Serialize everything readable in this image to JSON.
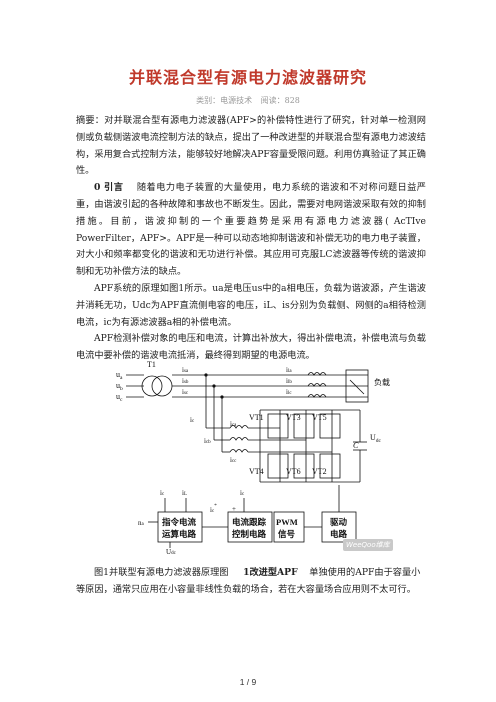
{
  "title": "并联混合型有源电力滤波器研究",
  "meta": {
    "category": "类别：电源技术",
    "reads": "阅读：828"
  },
  "abstract": "摘要：对并联混合型有源电力滤波器(APF>的补偿特性进行了研究，针对单一检测网侧或负载侧谐波电流控制方法的缺点，提出了一种改进型的并联混合型有源电力滤波结构，采用复合式控制方法，能够较好地解决APF容量受限问题。利用仿真验证了其正确性。",
  "intro_heading": "0 引言",
  "intro_text": "随着电力电子装置的大量使用，电力系统的谐波和不对称问题日益严重，由谐波引起的各种故障和事故也不断发生。因此，需要对电网谐波采取有效的抑制措施。目前，谐波抑制的一个重要趋势是采用有源电力滤波器( AcTIve PowerFilter，APF>。APF是一种可以动态地抑制谐波和补偿无功的电力电子装置，对大小和频率都变化的谐波和无功进行补偿。其应用可克服LC滤波器等传统的谐波抑制和无功补偿方法的缺点。",
  "para2": "APF系统的原理如图1所示。ua是电压us中的a相电压，负载为谐波源，产生谐波并消耗无功，Udc为APF直流侧电容的电压，iL、is分别为负载侧、网侧的a相待检测电流，ic为有源滤波器a相的补偿电流。",
  "para3": "APF检测补偿对象的电压和电流，计算出补放大，得出补偿电流，补偿电流与负载电流中要补偿的谐波电流抵消，最终得到期望的电源电流。",
  "diagram": {
    "labels": {
      "ua": "u",
      "ua_sub": "a",
      "ub": "u",
      "ub_sub": "b",
      "uc": "u",
      "uc_sub": "c",
      "t1": "T1",
      "isa": "i",
      "isa_sub": "sa",
      "isb": "i",
      "isb_sub": "sb",
      "isc": "i",
      "isc_sub": "sc",
      "ila": "i",
      "ila_sub": "la",
      "ilb": "i",
      "ilb_sub": "lb",
      "ilc": "i",
      "ilc_sub": "lc",
      "load": "负载",
      "ic": "i",
      "ic_sub": "c",
      "ica": "i",
      "ica_sub": "ca",
      "icb": "i",
      "icb_sub": "cb",
      "icc": "i",
      "icc_sub": "cc",
      "vt1": "VT1",
      "vt3": "VT3",
      "vt5": "VT5",
      "vt4": "VT4",
      "vt6": "VT6",
      "vt2": "VT2",
      "cap": "C",
      "udc": "U",
      "udc_sub": "dc",
      "ic2": "i",
      "ic2_sub": "c",
      "il2": "i",
      "il2_sub": "L",
      "ic3": "i",
      "ic3_sub": "c",
      "icstar": "i",
      "icstar_sub": "c",
      "icstar_sup": "*",
      "na": "n",
      "na_sub": "a",
      "udc2": "U",
      "udc2_sub": "dc",
      "box1_l1": "指令电流",
      "box1_l2": "运算电路",
      "box2_l1": "电流跟踪",
      "box2_l2": "控制电路",
      "box3_l1": "PWM",
      "box3_l2": "信号",
      "box4_l1": "驱动",
      "box4_l2": "电路",
      "plus": "+",
      "minus": "−"
    }
  },
  "watermark": "WeeQoo维库",
  "caption": "图1并联型有源电力滤波器原理图",
  "caption_heading": "1改进型APF",
  "caption_text": "单独使用的APF由于容量小等原因，通常只应用在小容量非线性负载的场合，若在大容量场合应用则不太可行。",
  "page_num": "1 / 9"
}
